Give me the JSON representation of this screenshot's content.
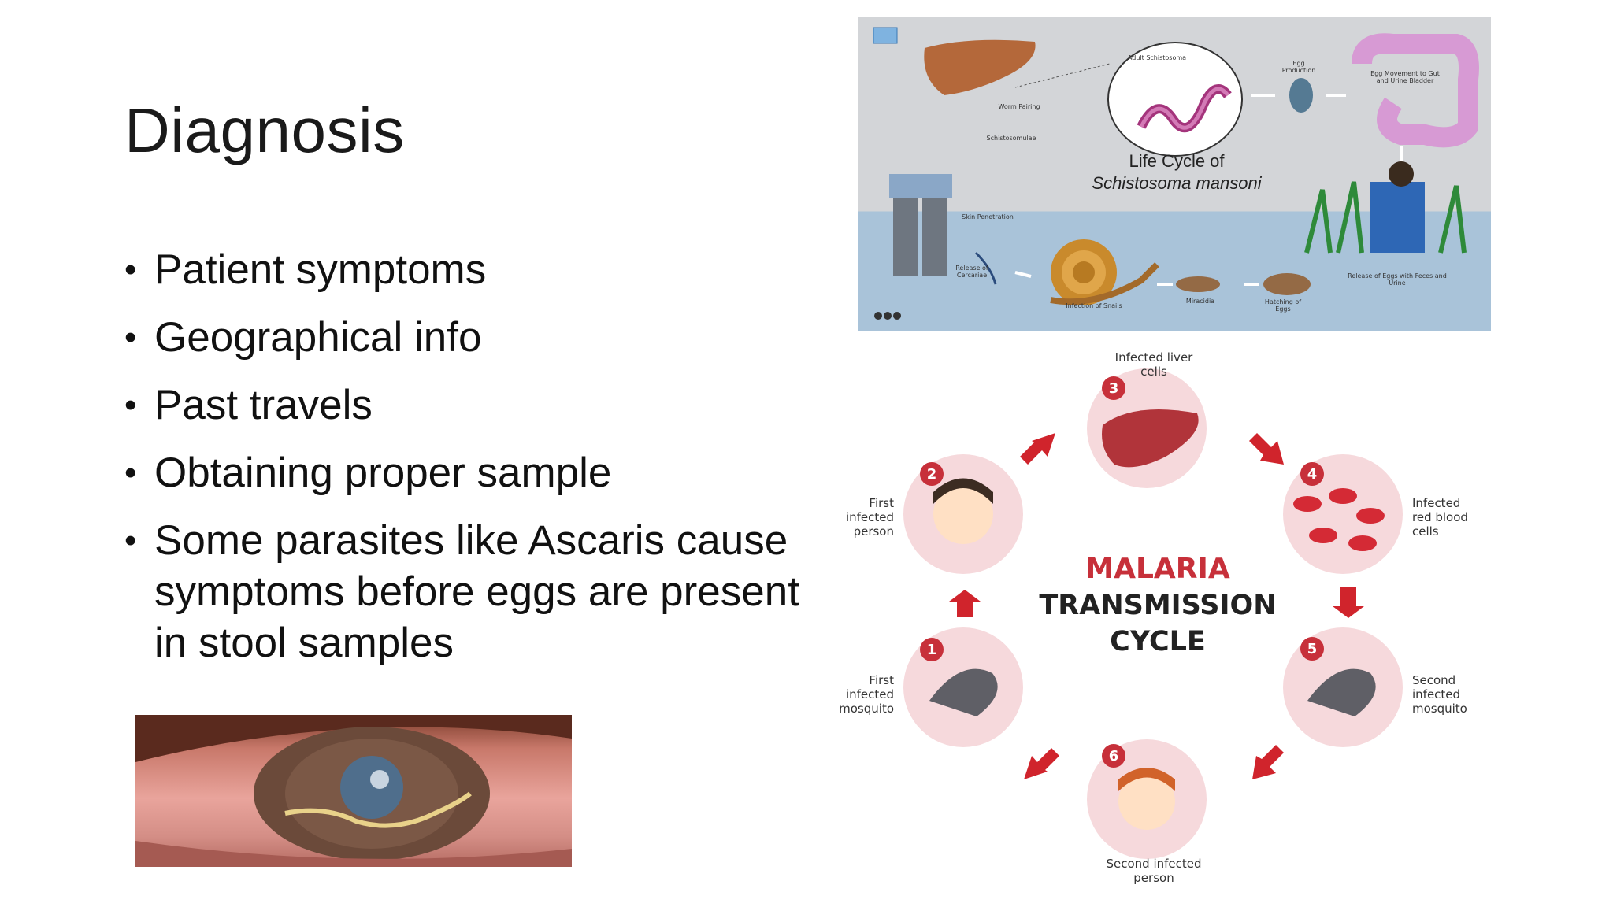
{
  "slide": {
    "title": "Diagnosis",
    "bullets": [
      "Patient symptoms",
      "Geographical info",
      "Past travels",
      "Obtaining proper sample",
      "Some parasites like Ascaris cause symptoms before eggs are present in stool samples"
    ]
  },
  "schisto": {
    "title_line1": "Life Cycle of",
    "title_line2": "Schistosoma mansoni",
    "labels": {
      "adult": "Adult Schistosoma",
      "egg_production": "Egg Production",
      "egg_movement": "Egg Movement to Gut and Urine Bladder",
      "worm_pairing": "Worm Pairing",
      "schistosomulae": "Schistosomulae",
      "skin_penetration": "Skin Penetration",
      "release_cercariae": "Release of Cercariae",
      "infection_snails": "Infection of Snails",
      "miracidia": "Miracidia",
      "hatching": "Hatching of Eggs",
      "release_eggs": "Release of Eggs with Feces and Urine"
    }
  },
  "malaria": {
    "title_line1": "MALARIA",
    "title_line2": "TRANSMISSION",
    "title_line3": "CYCLE",
    "stages": [
      {
        "num": "1",
        "label": "First infected mosquito"
      },
      {
        "num": "2",
        "label": "First infected person"
      },
      {
        "num": "3",
        "label": "Infected liver cells"
      },
      {
        "num": "4",
        "label": "Infected red blood cells"
      },
      {
        "num": "5",
        "label": "Second infected mosquito"
      },
      {
        "num": "6",
        "label": "Second infected person"
      }
    ],
    "colors": {
      "accent": "#c7303a",
      "circle": "#f6d9dc"
    }
  }
}
